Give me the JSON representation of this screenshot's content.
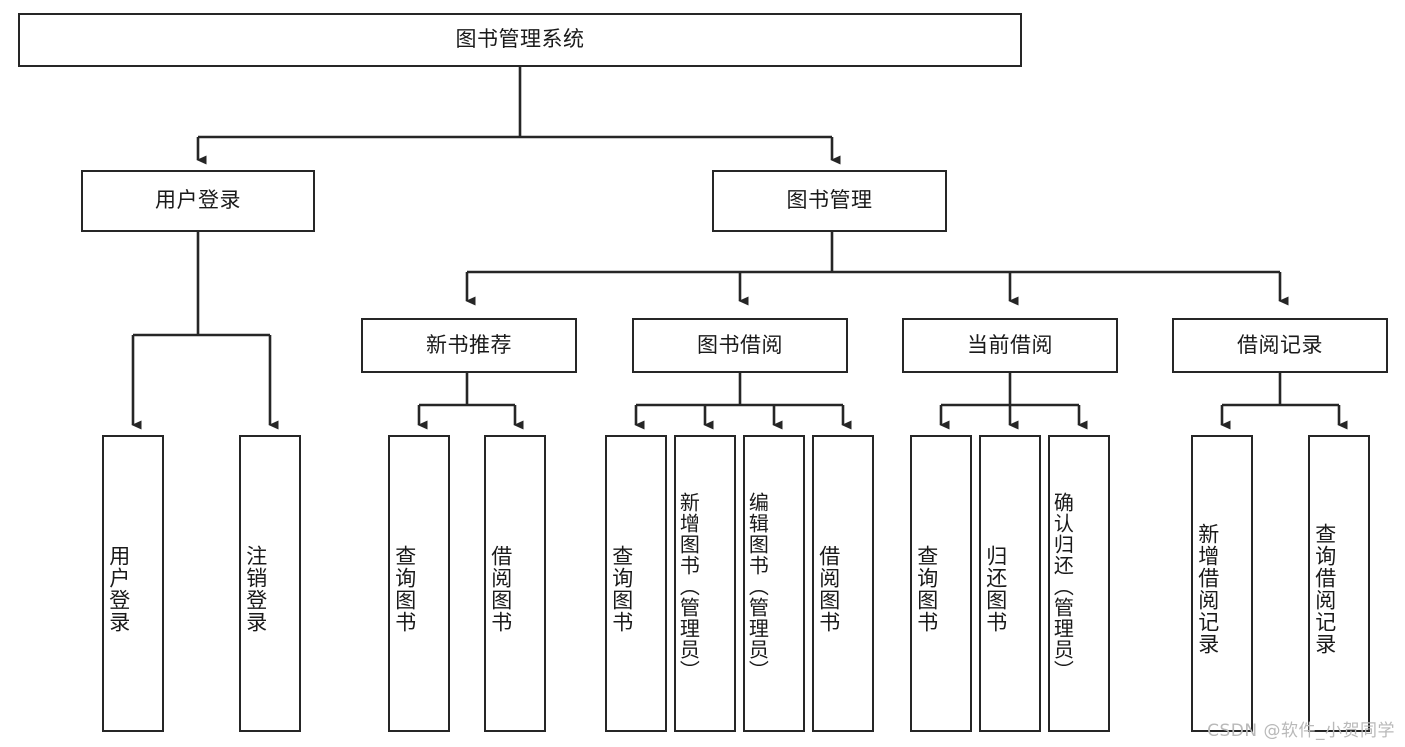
{
  "diagram": {
    "title": "图书管理系统",
    "watermark": "CSDN @软件_小贺同学",
    "stroke_color": "#262626",
    "fill_color": "#ffffff",
    "text_color": "#1a1a1a",
    "watermark_color": "#b9b9b9",
    "levels": {
      "root": {
        "label": "图书管理系统"
      },
      "level2": [
        {
          "label": "用户登录"
        },
        {
          "label": "图书管理"
        }
      ],
      "level3": [
        {
          "label": "新书推荐"
        },
        {
          "label": "图书借阅"
        },
        {
          "label": "当前借阅"
        },
        {
          "label": "借阅记录"
        }
      ],
      "leaves": {
        "user_login": [
          {
            "label": "用户登录"
          },
          {
            "label": "注销登录"
          }
        ],
        "new_book_recommend": [
          {
            "label": "查询图书"
          },
          {
            "label": "借阅图书"
          }
        ],
        "book_borrow": [
          {
            "label": "查询图书"
          },
          {
            "label": "新增图书（管理员）"
          },
          {
            "label": "编辑图书（管理员）"
          },
          {
            "label": "借阅图书"
          }
        ],
        "current_borrow": [
          {
            "label": "查询图书"
          },
          {
            "label": "归还图书"
          },
          {
            "label": "确认归还（管理员）"
          }
        ],
        "borrow_records": [
          {
            "label": "新增借阅记录"
          },
          {
            "label": "查询借阅记录"
          }
        ]
      }
    }
  }
}
